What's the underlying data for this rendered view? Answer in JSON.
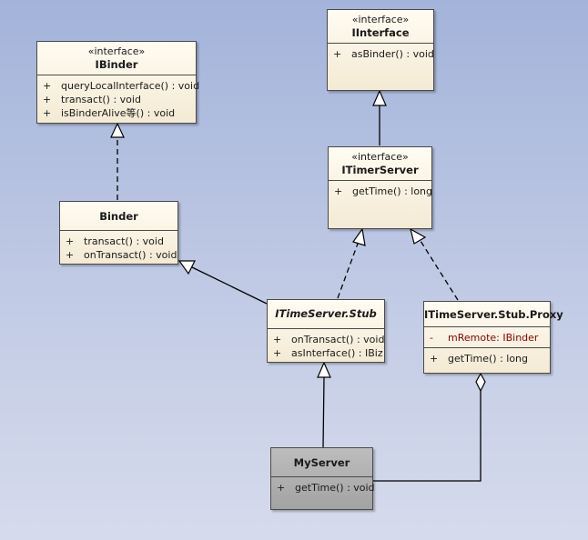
{
  "classes": {
    "ibinder": {
      "stereotype": "«interface»",
      "name": "IBinder",
      "operations": [
        {
          "vis": "+",
          "text": "queryLocalInterface() : void"
        },
        {
          "vis": "+",
          "text": "transact() : void"
        },
        {
          "vis": "+",
          "text": "isBinderAlive等() : void"
        }
      ]
    },
    "iinterface": {
      "stereotype": "«interface»",
      "name": "IInterface",
      "operations": [
        {
          "vis": "+",
          "text": "asBinder() : void"
        }
      ]
    },
    "itimerserver": {
      "stereotype": "«interface»",
      "name": "ITimerServer",
      "operations": [
        {
          "vis": "+",
          "text": "getTime() : long"
        }
      ]
    },
    "binder": {
      "name": "Binder",
      "operations": [
        {
          "vis": "+",
          "text": "transact() : void"
        },
        {
          "vis": "+",
          "text": "onTransact() : void"
        }
      ]
    },
    "stub": {
      "name": "ITimeServer.Stub",
      "operations": [
        {
          "vis": "+",
          "text": "onTransact() : void"
        },
        {
          "vis": "+",
          "text": "asInterface() : IBiz"
        }
      ]
    },
    "proxy": {
      "name": "ITimeServer.Stub.Proxy",
      "attributes": [
        {
          "vis": "-",
          "text": "mRemote:  IBinder"
        }
      ],
      "operations": [
        {
          "vis": "+",
          "text": "getTime() : long"
        }
      ]
    },
    "myserver": {
      "name": "MyServer",
      "operations": [
        {
          "vis": "+",
          "text": "getTime() : void"
        }
      ]
    }
  },
  "colors": {
    "line": "#000000",
    "attribute": "#8b0000",
    "class_fill": "#f4ead4",
    "active_class_fill": "#a8a8a8"
  }
}
